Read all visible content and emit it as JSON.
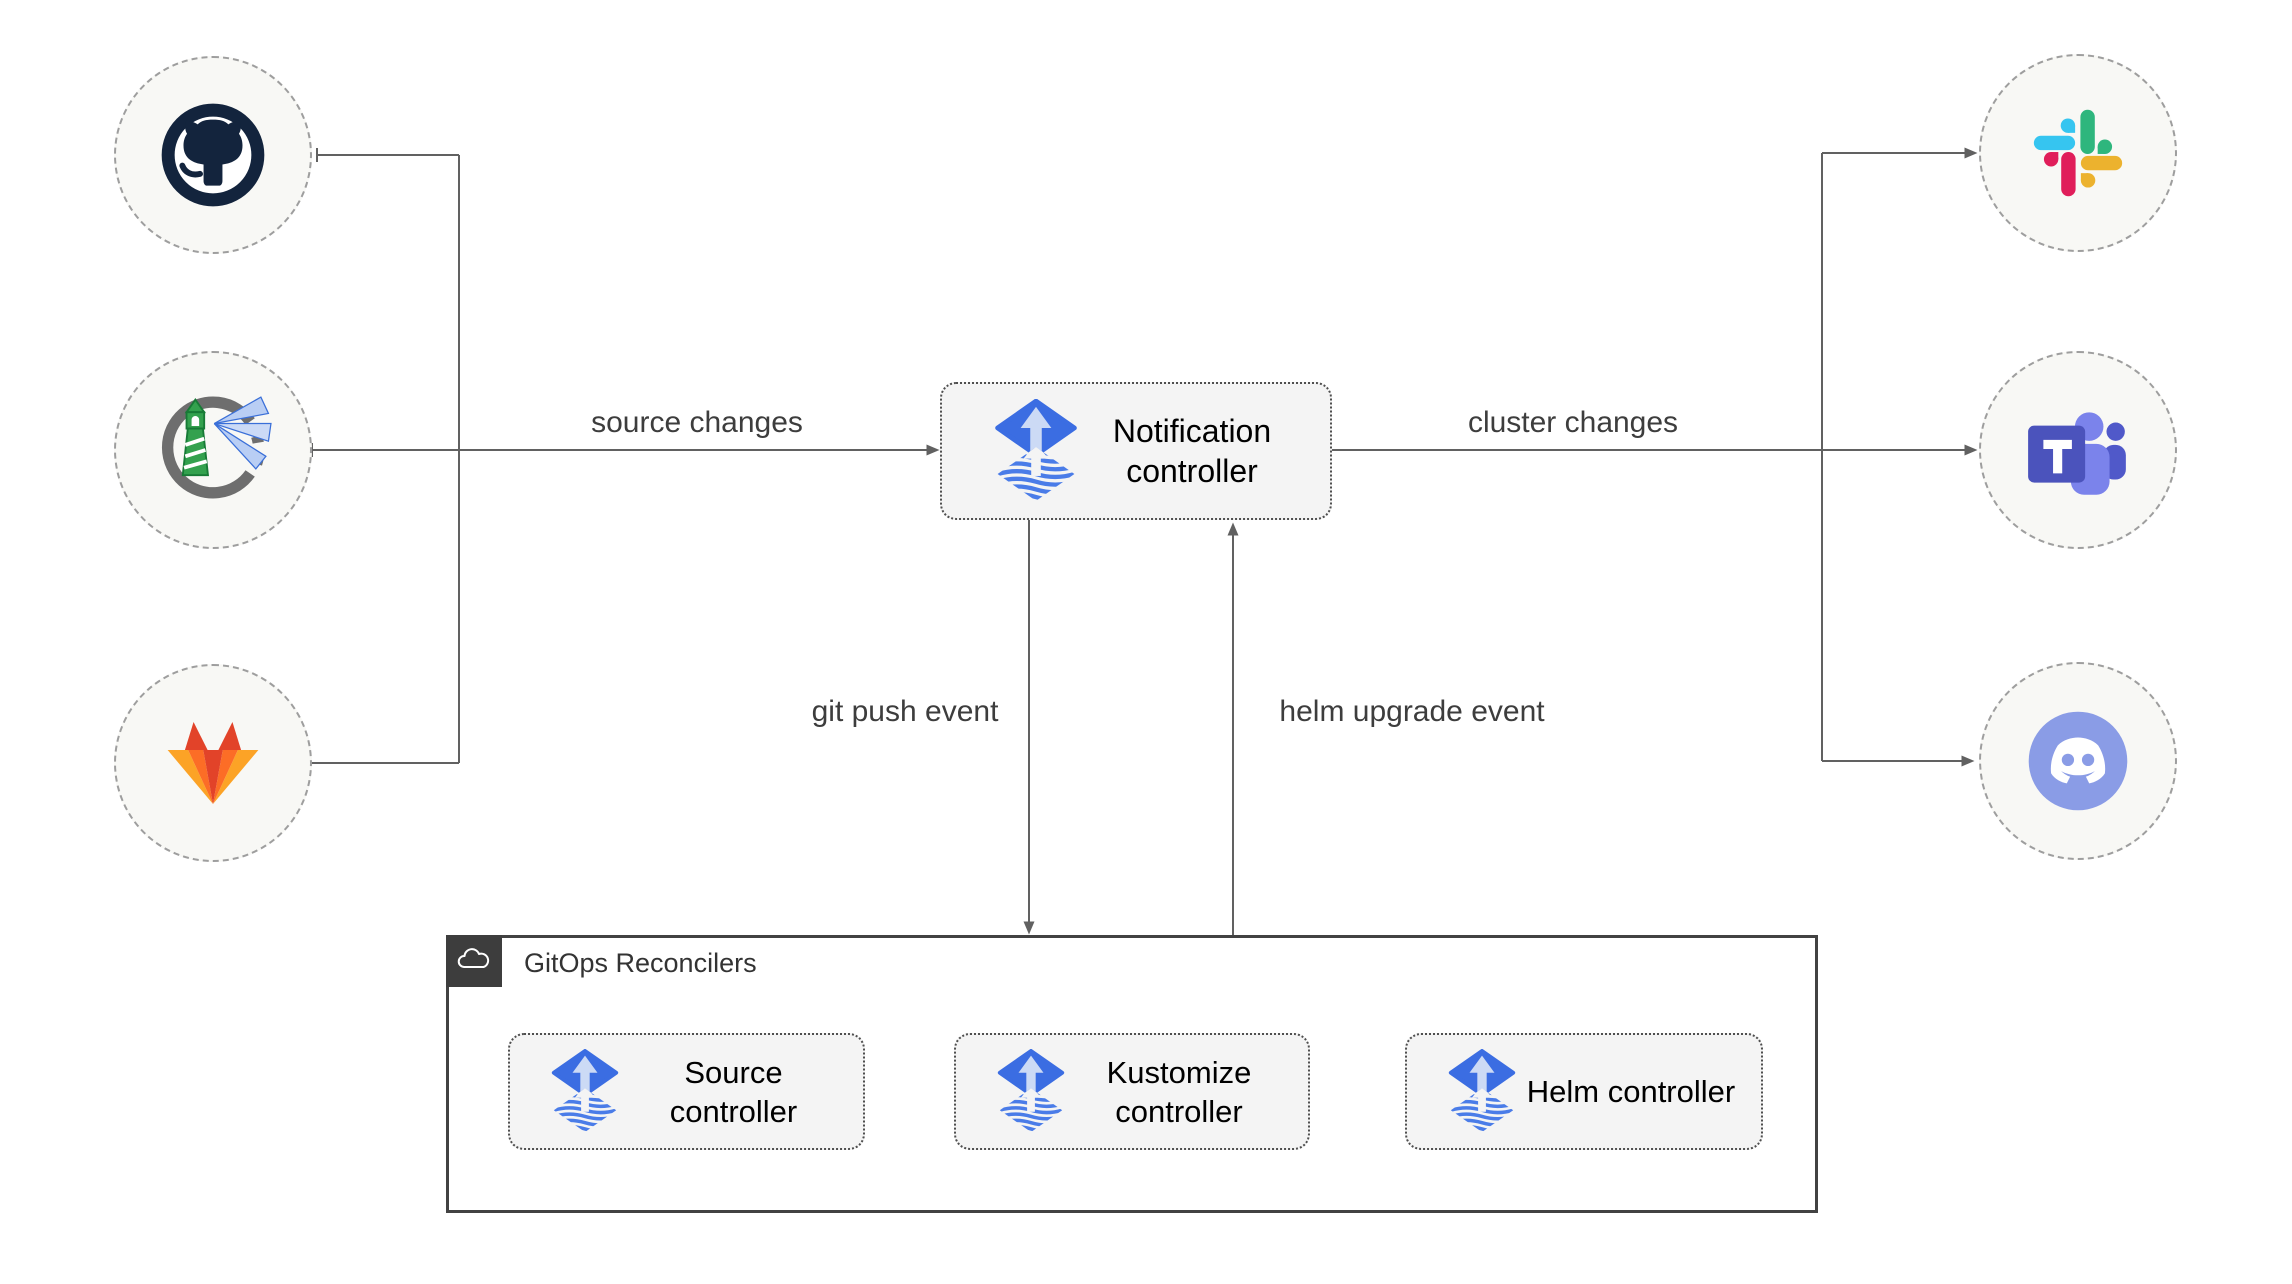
{
  "diagram": {
    "container": {
      "title": "GitOps Reconcilers",
      "badge_icon": "cloud-icon"
    },
    "nodes": {
      "notification": {
        "label": "Notification controller",
        "icon": "flux-icon"
      },
      "source": {
        "label": "Source controller",
        "icon": "flux-icon"
      },
      "kustomize": {
        "label": "Kustomize controller",
        "icon": "flux-icon"
      },
      "helm": {
        "label": "Helm controller",
        "icon": "flux-icon"
      }
    },
    "edge_labels": {
      "source_changes": {
        "text": "source changes"
      },
      "cluster_changes": {
        "text": "cluster changes"
      },
      "git_push_event": {
        "text": "git push event"
      },
      "helm_upgrade_event": {
        "text": "helm upgrade event"
      }
    },
    "sources": [
      {
        "icon": "github-icon"
      },
      {
        "icon": "harbor-icon"
      },
      {
        "icon": "gitlab-icon"
      }
    ],
    "targets": [
      {
        "icon": "slack-icon"
      },
      {
        "icon": "teams-icon"
      },
      {
        "icon": "discord-icon"
      }
    ],
    "colors": {
      "line": "#616161",
      "node_fill": "#f4f4f4",
      "node_border": "#4f4f4f",
      "circle_fill": "#f8f8f5",
      "circle_border": "#9e9e9e",
      "flux_blue": "#3b6de2",
      "flux_stripe_blue": "#4a7ce8",
      "github_navy": "#13243d",
      "gitlab_red": "#e24329",
      "gitlab_orange": "#fc6d26",
      "gitlab_yellow": "#fca326",
      "slack_blue": "#36c5f0",
      "slack_green": "#2eb67d",
      "slack_red": "#e01e5a",
      "slack_yellow": "#ecb22e",
      "teams_indigo": "#4b53bc",
      "teams_light": "#7b83eb",
      "discord_blurple": "#8a9ce6",
      "harbor_green": "#33a14e",
      "harbor_gray": "#6e6e6e",
      "badge_bg": "#3d3d3d"
    }
  }
}
